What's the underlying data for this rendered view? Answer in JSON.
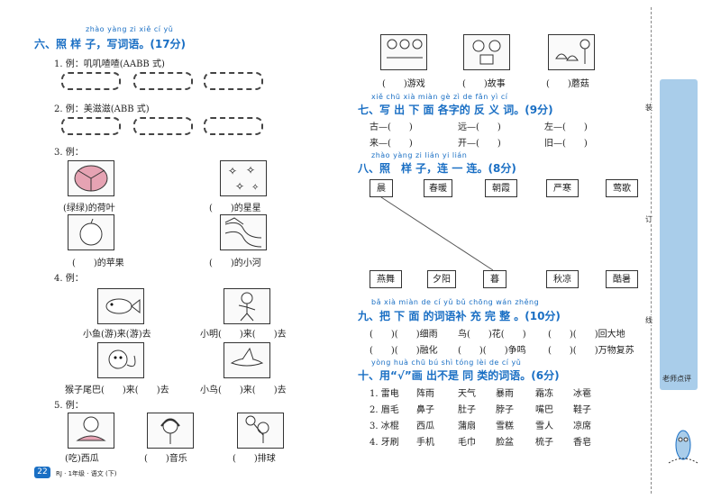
{
  "left": {
    "s6": {
      "pinyin": "zhào yàng zi  xiě cí yǔ",
      "title": "六、照 样 子，写词语。(17分)"
    },
    "ex1": "1. 例：叽叽喳喳(AABB 式)",
    "ex2": "2. 例：美滋滋(ABB 式)",
    "ex3": "3. 例：",
    "ex3_items": [
      "(绿绿)的荷叶",
      "(　　)的星星",
      "(　　)的苹果",
      "(　　)的小河"
    ],
    "ex4": "4. 例：",
    "ex4_items": [
      "小鱼(游)来(游)去",
      "小明(　　)来(　　)去",
      "猴子尾巴(　　)来(　　)去",
      "小鸟(　　)来(　　)去"
    ],
    "ex5": "5. 例：",
    "ex5_items": [
      "(吃)西瓜",
      "(　　)音乐",
      "(　　)排球"
    ],
    "footer_page": "22",
    "footer_text": "RJ · 1年级 · 语文 (下)"
  },
  "right": {
    "top_items": [
      "(　　)游戏",
      "(　　)故事",
      "(　　)蘑菇"
    ],
    "s7": {
      "pinyin": "xiě chū xià miàn gè zì de fǎn yì cí",
      "title": "七、写 出 下 面 各字的 反 义 词。(9分)"
    },
    "s7_rows": [
      [
        "古—(　　)",
        "远—(　　)",
        "左—(　　)"
      ],
      [
        "来—(　　)",
        "开—(　　)",
        "旧—(　　)"
      ]
    ],
    "s8": {
      "pinyin": "zhào yàng zi   lián yi lián",
      "title": "八、照　样 子，连 一 连。(8分)"
    },
    "s8_top": [
      "晨",
      "春暖",
      "朝霞",
      "严寒",
      "莺歌"
    ],
    "s8_bottom": [
      "燕舞",
      "夕阳",
      "暮",
      "秋凉",
      "酷暑"
    ],
    "s9": {
      "pinyin": "bǎ xià miàn de cí yǔ bǔ chōng wán zhěng",
      "title": "九、把 下 面 的词语补 充 完 整 。(10分)"
    },
    "s9_rows": [
      [
        "(　　)(　　)细雨",
        "鸟(　　)花(　　)",
        "(　　)(　　)回大地"
      ],
      [
        "(　　)(　　)融化",
        "(　　)(　　)争鸣",
        "(　　)(　　)万物复苏"
      ]
    ],
    "s10": {
      "pinyin": "yòng   huà chū bú shì tóng lèi de cí yǔ",
      "title": "十、用“√”画 出不是 同 类的词语。(6分)"
    },
    "s10_rows": [
      [
        "1. 雷电",
        "阵雨",
        "天气",
        "暴雨",
        "霜冻",
        "冰雹"
      ],
      [
        "2. 眉毛",
        "鼻子",
        "肚子",
        "脖子",
        "嘴巴",
        "鞋子"
      ],
      [
        "3. 冰棍",
        "西瓜",
        "蒲扇",
        "雪糕",
        "雪人",
        "凉席"
      ],
      [
        "4. 牙刷",
        "手机",
        "毛巾",
        "脸盆",
        "梳子",
        "香皂"
      ]
    ],
    "side_chars": [
      "装",
      "订",
      "线"
    ],
    "sidebar_label": "老师点评"
  }
}
